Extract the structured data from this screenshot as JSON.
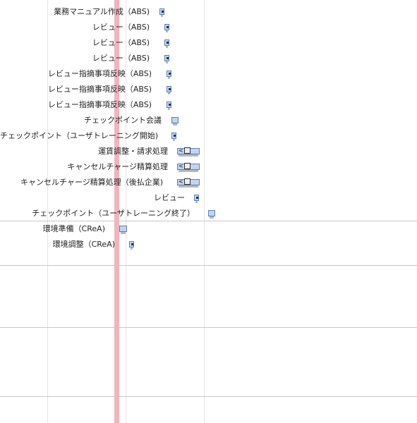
{
  "gantt": {
    "tasks": [
      {
        "label": "業務マニュアル作成（ABS)"
      },
      {
        "label": "レビュー（ABS)"
      },
      {
        "label": "レビュー（ABS)"
      },
      {
        "label": "レビュー（ABS)"
      },
      {
        "label": "レビュー指摘事項反映（ABS)"
      },
      {
        "label": "レビュー指摘事項反映（ABS)"
      },
      {
        "label": "レビュー指摘事項反映（ABS)"
      },
      {
        "label": "チェックポイント会議"
      },
      {
        "label": "チェックポイント（ユーザトレーニング開始)"
      },
      {
        "label": "運賃調整・請求処理"
      },
      {
        "label": "キャンセルチャージ精算処理"
      },
      {
        "label": "キャンセルチャージ精算処理（後払企業)"
      },
      {
        "label": "レビュー"
      },
      {
        "label": "チェックポイント（ユーザトレーニング終了）"
      },
      {
        "label": "環境準備（CReA)"
      },
      {
        "label": "環境調整（CReA)"
      }
    ]
  },
  "colors": {
    "bar_fill": "#bfd6f3",
    "bar_border": "#5b7fb6",
    "today_marker": "#f2b3bd",
    "gridline": "#e6e6e6",
    "group_separator": "#c8c8c8"
  },
  "icons": {
    "bar_marker": "square-dot-icon",
    "bar_link": "arrow-left-icon",
    "bar_note": "box-icon"
  }
}
